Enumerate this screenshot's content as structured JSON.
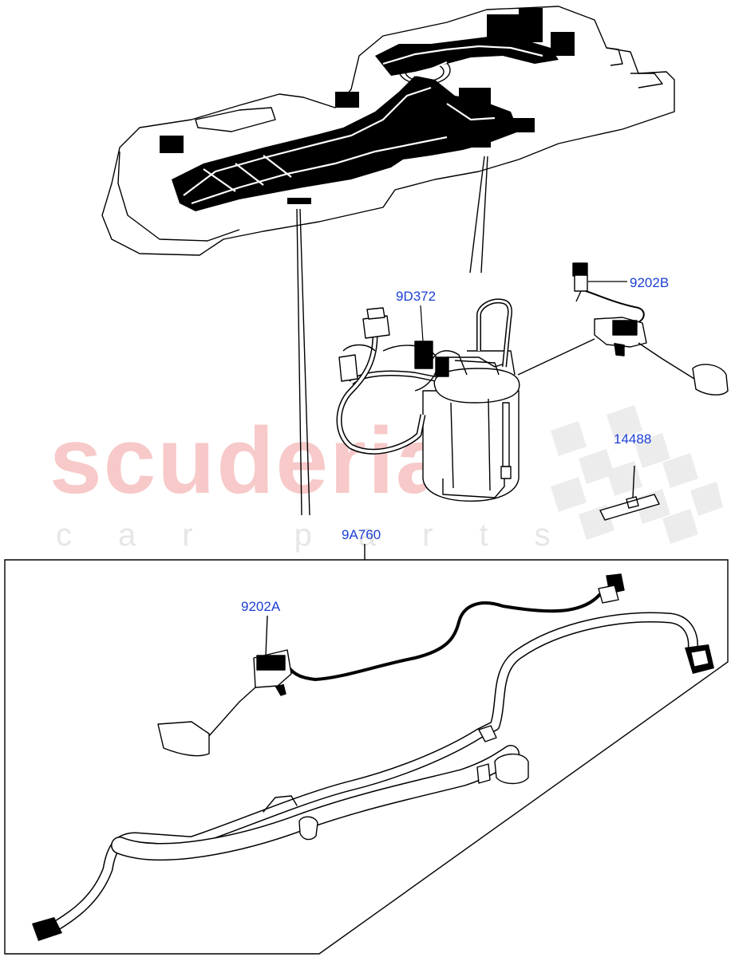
{
  "watermark": {
    "brand": "scuderia",
    "tagline": "car parts",
    "color": "#f7c9c9"
  },
  "callouts": {
    "fuel_pump_module": "9D372",
    "sender_unit_b": "9202B",
    "clip": "14488",
    "harness_assembly": "9A760",
    "sender_unit_a": "9202A"
  },
  "colors": {
    "callout_text": "#1c3fd6",
    "line": "#000000"
  }
}
